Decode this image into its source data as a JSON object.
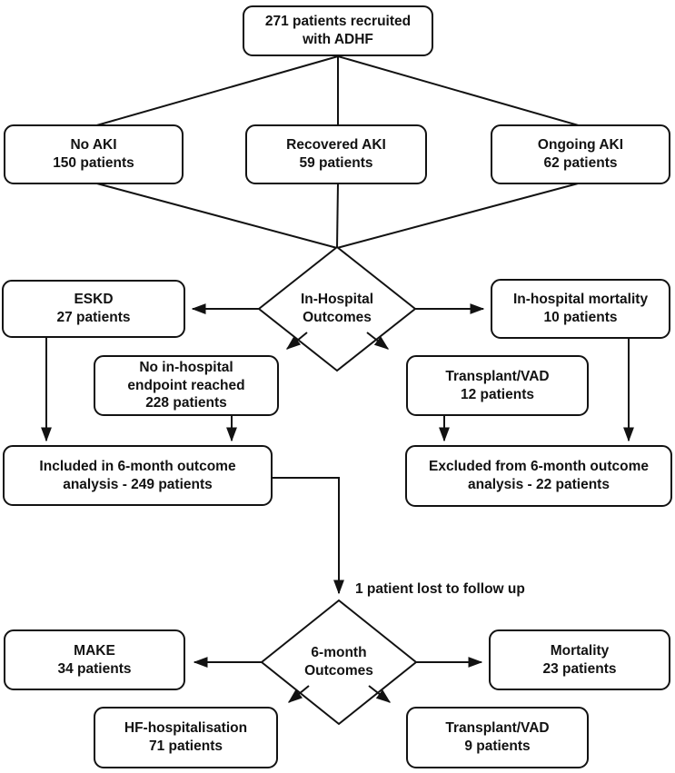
{
  "colors": {
    "stroke": "#121212",
    "background": "#ffffff"
  },
  "flowchart": {
    "type": "patient-flow-diagram",
    "nodes": {
      "recruited": "271 patients recruited\nwith ADHF",
      "no_aki": "No AKI\n150 patients",
      "recovered_aki": "Recovered AKI\n59 patients",
      "ongoing_aki": "Ongoing AKI\n62 patients",
      "in_hospital_outcomes": "In-Hospital\nOutcomes",
      "eskd": "ESKD\n27 patients",
      "in_hospital_mortality": "In-hospital mortality\n10 patients",
      "no_endpoint": "No in-hospital\nendpoint reached\n228 patients",
      "transplant_vad_12": "Transplant/VAD\n12 patients",
      "included": "Included in 6-month outcome\nanalysis - 249 patients",
      "excluded": "Excluded from 6-month outcome\nanalysis - 22 patients",
      "lost_note": "1 patient lost to follow up",
      "six_month_outcomes": "6-month\nOutcomes",
      "make": "MAKE\n34 patients",
      "mortality": "Mortality\n23 patients",
      "hf_hospitalisation": "HF-hospitalisation\n71 patients",
      "transplant_vad_9": "Transplant/VAD\n9 patients"
    }
  }
}
